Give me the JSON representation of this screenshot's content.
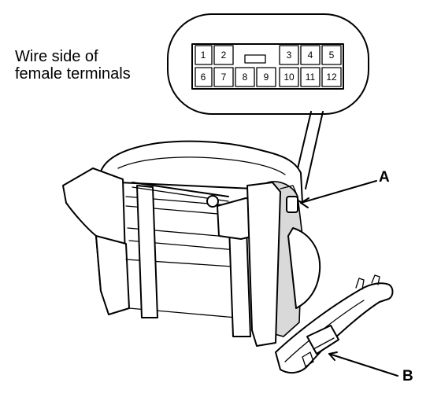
{
  "caption": {
    "line1": "Wire side of",
    "line2": "female terminals"
  },
  "connector": {
    "terminals_top": [
      "1",
      "2",
      "",
      "",
      "3",
      "4",
      "5"
    ],
    "terminals_bottom": [
      "6",
      "7",
      "8",
      "9",
      "10",
      "11",
      "12"
    ]
  },
  "callouts": {
    "a": "A",
    "b": "B"
  }
}
